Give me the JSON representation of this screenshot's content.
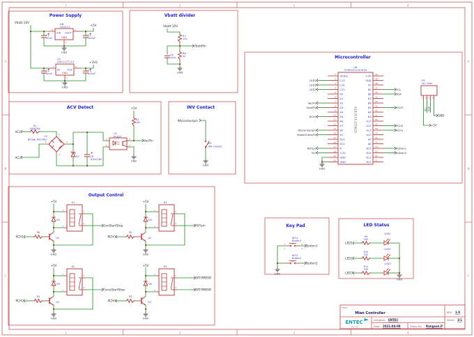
{
  "colors": {
    "wire": "#1e8c1e",
    "component": "#b03030",
    "pin_number": "#cc3333",
    "reference": "#4040c0",
    "net_label": "#303030",
    "block_title": "#2020dd",
    "block_border": "#cc5555",
    "frame": "#c87878",
    "gnd": "#444444",
    "logo_teal": "#17a3b5",
    "title_text": "#202060",
    "tb_label": "#a05050"
  },
  "sheet": {
    "cols": [
      "1",
      "2",
      "3",
      "4"
    ],
    "rows": [
      "A",
      "B",
      "C"
    ]
  },
  "power": {
    "title": "Power Supply",
    "vin": "Vbatt-16V",
    "u8": "U8",
    "u8v": "LD1117",
    "vinp": "VIN",
    "voutp": "VOUT",
    "gndp": "GND",
    "n3": "3",
    "n2": "2",
    "n1": "1",
    "c1": "C1",
    "c1v": "10uF",
    "c2": "C2",
    "c2v": "100uF",
    "p5": "+5V",
    "gnd1": "GND",
    "u1": "U1",
    "u1v": "LM1117T-3.3",
    "inp": "IN",
    "outp": "OUT",
    "gndp2": "GND",
    "m3": "3",
    "m2": "2",
    "m1": "1",
    "c4": "C4",
    "c4v": "10uF",
    "c3": "C3",
    "c3v": "100uF",
    "p33": "+3V3",
    "gnd2": "GND"
  },
  "divider": {
    "title": "Vbatt divider",
    "vin": "Vbatt-16V",
    "r7": "R7",
    "r7v": "10k",
    "out": "VbattPin",
    "c6": "C6",
    "c6v": "100n",
    "r8": "R8",
    "r8v": "2k",
    "gnd": "GND"
  },
  "mcu": {
    "title": "Microcontroller",
    "ref": "U6",
    "val": "STM32F103C8T6",
    "body": "STM32F103C8T6",
    "gnd": "GND",
    "left": [
      {
        "n": "1",
        "name": "3V.Bat",
        "label": ""
      },
      {
        "n": "2",
        "name": "C13",
        "label": "LED1"
      },
      {
        "n": "3",
        "name": "C14",
        "label": "LED2"
      },
      {
        "n": "4",
        "name": "C15",
        "label": "LED3"
      },
      {
        "n": "5",
        "name": "A0",
        "label": ""
      },
      {
        "n": "6",
        "name": "A1",
        "label": ""
      },
      {
        "n": "7",
        "name": "A2",
        "label": "VacPin"
      },
      {
        "n": "8",
        "name": "A3",
        "label": "VbatPin"
      },
      {
        "n": "9",
        "name": "A4",
        "label": ""
      },
      {
        "n": "10",
        "name": "A5",
        "label": "RCH4"
      },
      {
        "n": "11",
        "name": "A6",
        "label": ""
      },
      {
        "n": "12",
        "name": "A7",
        "label": ""
      },
      {
        "n": "13",
        "name": "B0",
        "label": "INVcontactpin"
      },
      {
        "n": "14",
        "name": "B1",
        "label": "ModeCheckPin"
      },
      {
        "n": "15",
        "name": "B10",
        "label": ""
      },
      {
        "n": "16",
        "name": "B11",
        "label": ""
      },
      {
        "n": "17",
        "name": "R",
        "label": "RSTpin"
      },
      {
        "n": "18",
        "name": "3.3V",
        "label": "3V3"
      },
      {
        "n": "19",
        "name": "GND",
        "label": ""
      },
      {
        "n": "20",
        "name": "GND",
        "label": ""
      }
    ],
    "right": [
      {
        "n": "40",
        "name": "3.3V",
        "label": ""
      },
      {
        "n": "39",
        "name": "GND",
        "label": ""
      },
      {
        "n": "38",
        "name": "5V",
        "label": ""
      },
      {
        "n": "37",
        "name": "B9",
        "label": "SCL"
      },
      {
        "n": "36",
        "name": "B8",
        "label": "SDA"
      },
      {
        "n": "35",
        "name": "B7",
        "label": ""
      },
      {
        "n": "34",
        "name": "B6",
        "label": ""
      },
      {
        "n": "33",
        "name": "B5",
        "label": "RCH3"
      },
      {
        "n": "32",
        "name": "B4",
        "label": ""
      },
      {
        "n": "31",
        "name": "B3",
        "label": ""
      },
      {
        "n": "30",
        "name": "A15",
        "label": ""
      },
      {
        "n": "29",
        "name": "A12",
        "label": "RCH2"
      },
      {
        "n": "28",
        "name": "A11",
        "label": "RCH1"
      },
      {
        "n": "27",
        "name": "A10",
        "label": ""
      },
      {
        "n": "26",
        "name": "A9",
        "label": ""
      },
      {
        "n": "25",
        "name": "A8",
        "label": ""
      },
      {
        "n": "24",
        "name": "B15",
        "label": "Button1"
      },
      {
        "n": "23",
        "name": "B14",
        "label": "Button2"
      },
      {
        "n": "22",
        "name": "B13",
        "label": ""
      },
      {
        "n": "21",
        "name": "B12",
        "label": ""
      }
    ],
    "p5ref": "P5",
    "p5val": "I2C Port",
    "p5pins": [
      "1",
      "2",
      "3",
      "4"
    ],
    "scl": "SCL",
    "sda": "SDA",
    "pgnd": "GND",
    "p5v": "+5V"
  },
  "acv": {
    "title": "ACV Detect",
    "ac1": "AC1",
    "ac2": "AC2",
    "r1": "R1",
    "r1v": "180K/2W",
    "u2": "U2",
    "u2v": "Bridge_Rectifier",
    "bn1": "1",
    "bn2": "2",
    "bn3": "3",
    "bn4": "4",
    "d1": "D1",
    "c8": "C8",
    "c8v": "100u/16V",
    "u7": "U7",
    "u7v": "PC817",
    "on1": "1",
    "on2": "2",
    "on3": "3",
    "on4": "4",
    "r2": "R2",
    "r2v": "10k",
    "p5": "+5V",
    "out": "VacPin",
    "gnd": "GND"
  },
  "inv": {
    "title": "INV Contact",
    "pin": "INVcontactpin",
    "k": "K5",
    "kv": "INV contact",
    "gnd": "GND"
  },
  "out": {
    "title": "Output Control",
    "c1": {
      "p5": "+5V",
      "d": "D3",
      "k": "K1",
      "kn1": "1",
      "kn2": "2",
      "kn3": "3",
      "kn4": "4",
      "q": "Q5",
      "r": "R6",
      "in": "RCH1",
      "out": "GenStartStop",
      "gnd": "GND"
    },
    "c2": {
      "p5": "+5V",
      "d": "D4",
      "k": "K3",
      "kn1": "1",
      "kn2": "2",
      "kn3": "3",
      "kn4": "4",
      "q": "Q2",
      "r": "R5",
      "in": "RCH3",
      "out": "RSTpin",
      "gnd": "GND"
    },
    "c3": {
      "p5": "+5V",
      "d": "D5",
      "k": "K2",
      "kn1": "1",
      "kn2": "2",
      "kn3": "3",
      "kn4": "4",
      "q": "Q4",
      "r": "R4",
      "in": "RCH2",
      "out": "ForceStartStop",
      "gnd": "GND"
    },
    "c4": {
      "p5": "+5V",
      "d": "D6",
      "k": "K4",
      "kn1": "1",
      "kn2": "2",
      "kn3": "3",
      "kn4": "4",
      "q": "Q3",
      "r": "R3",
      "in": "RCH4",
      "out1": "BAT/MNSW",
      "out2": "BAT/MNSW",
      "gnd": "GND"
    }
  },
  "keypad": {
    "title": "Key Pad",
    "k1": "KEY1",
    "k1v": "Button1",
    "out1": "Button1",
    "k2": "KEY2",
    "k2v": "Button2",
    "out2": "Button2",
    "n1": "1",
    "n2": "2",
    "n3": "3",
    "n4": "4",
    "gnd": "GND"
  },
  "led": {
    "title": "LED Status",
    "gnd": "GND",
    "rows": [
      {
        "in": "LED1",
        "r": "R9",
        "rv": "330",
        "d": "LED1"
      },
      {
        "in": "LED2",
        "r": "R10",
        "rv": "330",
        "d": "LED2"
      },
      {
        "in": "LED3",
        "r": "R11",
        "rv": "330",
        "d": "LED3"
      }
    ]
  },
  "tb": {
    "title_label": "TITLE:",
    "title": "Mian Controller",
    "rev_label": "REV:",
    "rev": "1.0",
    "company_label": "Company:",
    "company": "ENTEC",
    "sheet_label": "Sheet:",
    "sheet": "1/1",
    "date_label": "Date:",
    "date": "2021-04-09",
    "drawn_label": "Drawn By:",
    "drawn": "Rangson.P",
    "logo": "ENTEC",
    "logo_sub": "MOTOR"
  }
}
